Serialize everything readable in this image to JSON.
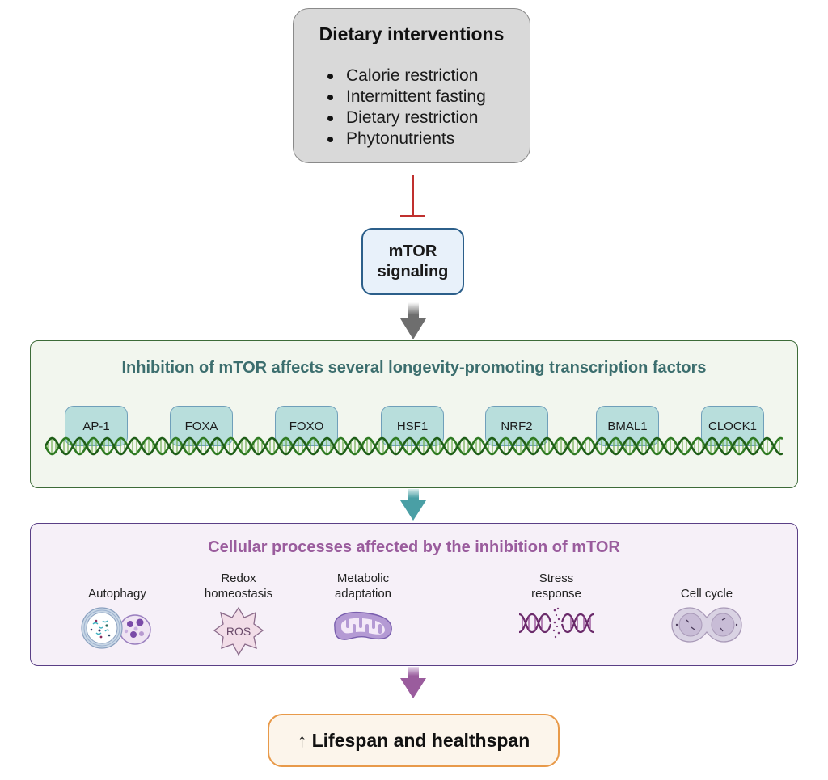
{
  "dietary_interventions": {
    "title": "Dietary interventions",
    "items": [
      "Calorie restriction",
      "Intermittent fasting",
      "Dietary restriction",
      "Phytonutrients"
    ]
  },
  "inhibition": {
    "relation": "inhibits",
    "color": "#c0302e"
  },
  "mtor": {
    "label": "mTOR\nsignaling",
    "border_color": "#2c5f8a"
  },
  "transcription_factors": {
    "title": "Inhibition of mTOR affects several longevity-promoting transcription factors",
    "factors": [
      "AP-1",
      "FOXA",
      "FOXO",
      "HSF1",
      "NRF2",
      "BMAL1",
      "CLOCK1"
    ],
    "dna_icon": "dna-helix-icon",
    "title_color": "#3c6e6e"
  },
  "cellular_processes": {
    "title": "Cellular processes affected by the inhibition of mTOR",
    "title_color": "#9a5c9d",
    "items": [
      {
        "label": "Autophagy",
        "icon": "autophagosome-icon"
      },
      {
        "label": "Redox\nhomeostasis",
        "icon": "ros-icon",
        "icon_text": "ROS"
      },
      {
        "label": "Metabolic\nadaptation",
        "icon": "mitochondrion-icon"
      },
      {
        "label": "Stress\nresponse",
        "icon": "broken-dna-icon"
      },
      {
        "label": "Cell cycle",
        "icon": "dividing-cell-icon"
      }
    ]
  },
  "outcome": {
    "label": "↑ Lifespan and healthspan",
    "border_color": "#e89a4a"
  },
  "arrows": {
    "mtor_to_tf": {
      "color": "#6e6e6e"
    },
    "tf_to_cp": {
      "color": "#4a9fa5"
    },
    "cp_to_outcome": {
      "color": "#9a5c9d"
    }
  }
}
